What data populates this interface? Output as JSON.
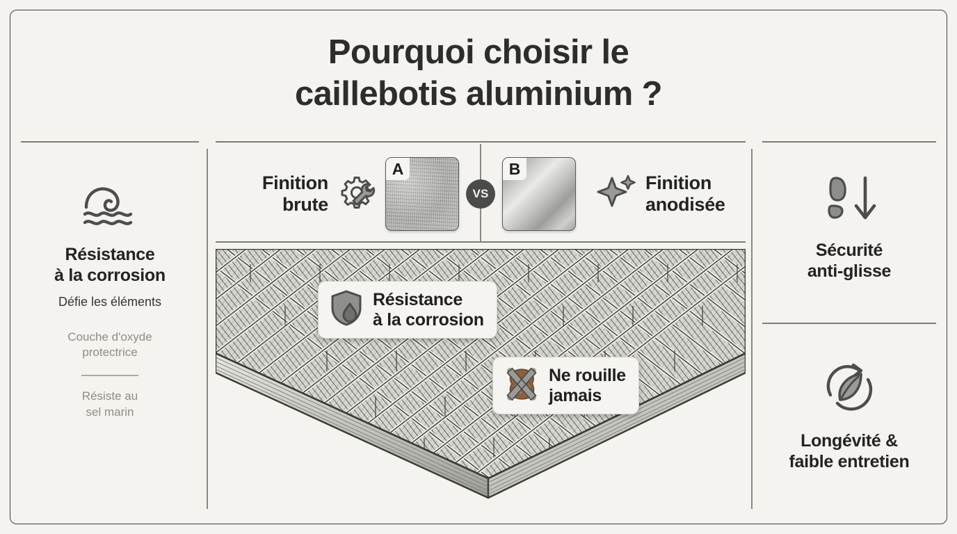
{
  "poster": {
    "background_color": "#f4f3ef",
    "border_color": "#3f3f3c",
    "title_line_1": "Pourquoi choisir le",
    "title_line_2": "caillebotis aluminium ?"
  },
  "left_column": {
    "icon": "wave-icon",
    "heading_line_1": "Résistance",
    "heading_line_2": "à la corrosion",
    "subtitle": "Défie les éléments",
    "note_1_line_1": "Couche d'oxyde",
    "note_1_line_2": "protectrice",
    "note_2_line_1": "Résiste au",
    "note_2_line_2": "sel marin"
  },
  "comparison": {
    "left_label_line_1": "Finition",
    "left_label_line_2": "brute",
    "left_icon": "gear-wrench-icon",
    "left_swatch_tag": "A",
    "vs_label": "VS",
    "right_swatch_tag": "B",
    "right_icon": "sparkle-icon",
    "right_label_line_1": "Finition",
    "right_label_line_2": "anodisée"
  },
  "callouts": [
    {
      "icon": "shield-droplet-icon",
      "line_1": "Résistance",
      "line_2": "à la corrosion"
    },
    {
      "icon": "rust-crossed-out-icon",
      "line_1": "Ne rouille",
      "line_2": "jamais"
    }
  ],
  "right_column": {
    "top": {
      "icon": "footprint-down-arrow-icon",
      "heading_line_1": "Sécurité",
      "heading_line_2": "anti-glisse"
    },
    "bottom": {
      "icon": "leaf-recycle-icon",
      "heading_line_1": "Longévité &",
      "heading_line_2": "faible entretien"
    }
  },
  "colors": {
    "ink": "#2b2b2b",
    "muted": "#8d8d88",
    "rule": "#7d7d78",
    "metal_light": "#b9b9b7",
    "metal_dark": "#6e6e6b",
    "rust": "#8a6243",
    "vs_badge": "#4b4b49"
  }
}
